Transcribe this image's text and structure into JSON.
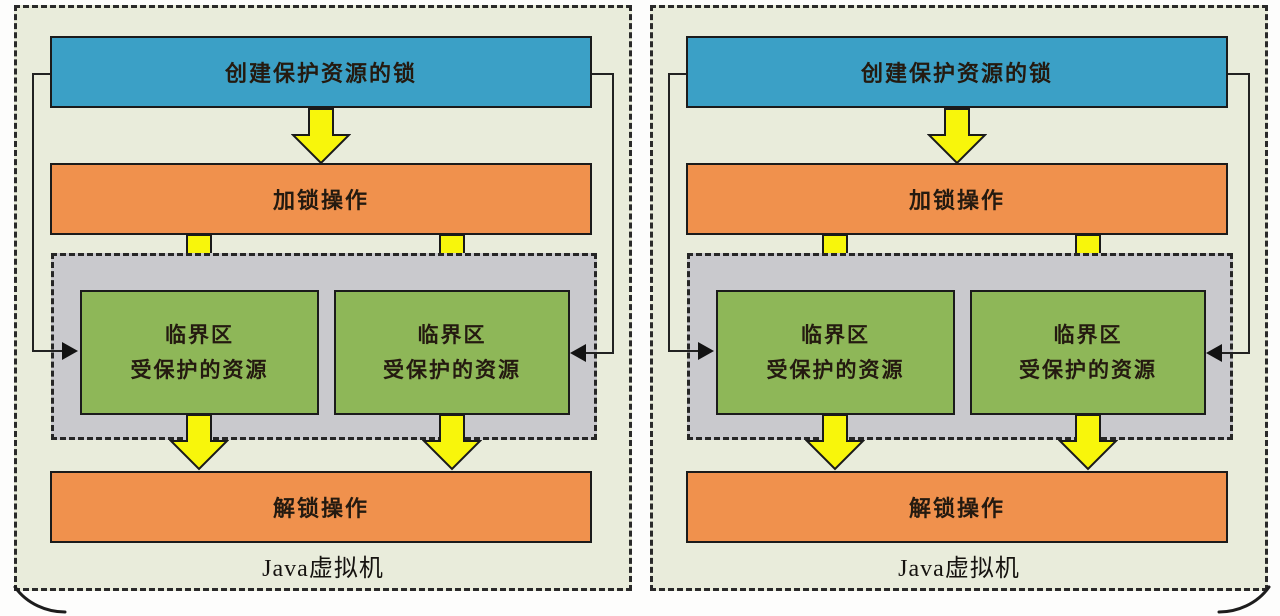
{
  "colors": {
    "page_bg": "#fdfdfc",
    "panel_bg": "#e9ecdb",
    "blue_box": "#3ba0c6",
    "orange_box": "#f0914d",
    "green_box": "#8eb758",
    "gray_zone": "#c9c9cd",
    "yellow_arrow": "#f8f60b",
    "line": "#222222",
    "text": "#241a10"
  },
  "icons": {
    "flow_arrow": "yellow-block-arrow-down",
    "left_entry_arrow": "black-arrow-right",
    "right_entry_arrow": "black-arrow-left"
  },
  "panels": [
    {
      "create_lock_label": "创建保护资源的锁",
      "lock_label": "加锁操作",
      "critical_sections": [
        {
          "line1": "临界区",
          "line2": "受保护的资源"
        },
        {
          "line1": "临界区",
          "line2": "受保护的资源"
        }
      ],
      "unlock_label": "解锁操作",
      "footer_label": "Java虚拟机"
    },
    {
      "create_lock_label": "创建保护资源的锁",
      "lock_label": "加锁操作",
      "critical_sections": [
        {
          "line1": "临界区",
          "line2": "受保护的资源"
        },
        {
          "line1": "临界区",
          "line2": "受保护的资源"
        }
      ],
      "unlock_label": "解锁操作",
      "footer_label": "Java虚拟机"
    }
  ]
}
